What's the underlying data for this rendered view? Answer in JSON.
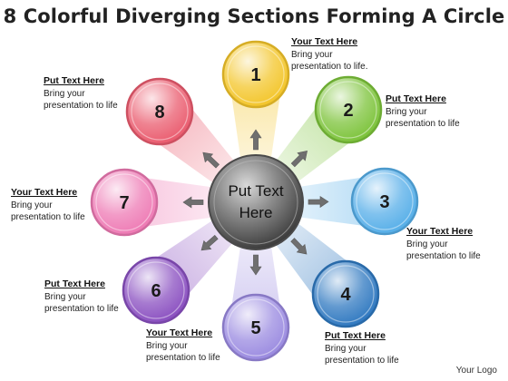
{
  "title": "8 Colorful Diverging Sections Forming A Circle",
  "center": {
    "line1": "Put Text",
    "line2": "Here",
    "color": "#6e6e6e"
  },
  "sections": [
    {
      "number": "1",
      "color": "#f3c52a"
    },
    {
      "number": "2",
      "color": "#7cc33a"
    },
    {
      "number": "3",
      "color": "#55aee8"
    },
    {
      "number": "4",
      "color": "#2f78c0"
    },
    {
      "number": "5",
      "color": "#9a8ae0"
    },
    {
      "number": "6",
      "color": "#8a4fc0"
    },
    {
      "number": "7",
      "color": "#ee7ab4"
    },
    {
      "number": "8",
      "color": "#ea5b6e"
    }
  ],
  "labels": [
    {
      "heading": "Your Text Here",
      "line1": "Bring your",
      "line2": "presentation to life."
    },
    {
      "heading": "Put Text Here",
      "line1": "Bring your",
      "line2": "presentation to life"
    },
    {
      "heading": "Your Text Here",
      "line1": "Bring your",
      "line2": "presentation to life"
    },
    {
      "heading": "Put Text Here",
      "line1": "Bring your",
      "line2": "presentation to life"
    },
    {
      "heading": "Your Text Here",
      "line1": "Bring your",
      "line2": "presentation to life"
    },
    {
      "heading": "Put Text Here",
      "line1": "Bring your",
      "line2": "presentation to life"
    },
    {
      "heading": "Your Text Here",
      "line1": "Bring your",
      "line2": "presentation to life"
    },
    {
      "heading": "Put Text Here",
      "line1": "Bring your",
      "line2": "presentation to life"
    }
  ],
  "logo": "Your Logo"
}
